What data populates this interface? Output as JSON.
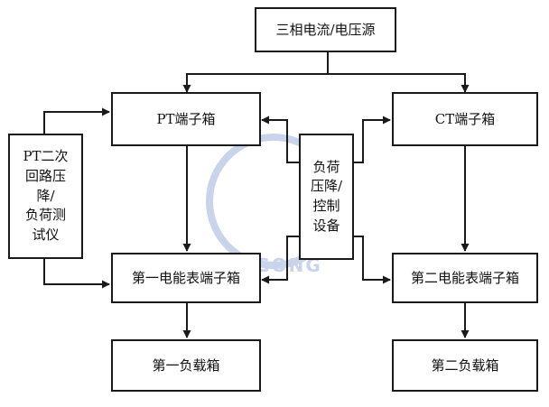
{
  "nodes": {
    "source": "三相电流/电压源",
    "pt_box": "PT端子箱",
    "ct_box": "CT端子箱",
    "tester": [
      "PT二次",
      "回路压",
      "降/",
      "负荷测",
      "试仪"
    ],
    "controller": [
      "负荷",
      "压降/",
      "控制",
      "设备"
    ],
    "meter_box_1": "第一电能表端子箱",
    "meter_box_2": "第二电能表端子箱",
    "load_box_1": "第一负载箱",
    "load_box_2": "第二负载箱"
  },
  "watermark": {
    "text": "LIGONG",
    "color": "#c9d3ea"
  },
  "colors": {
    "line": "#1a1a1a",
    "background": "#ffffff"
  }
}
